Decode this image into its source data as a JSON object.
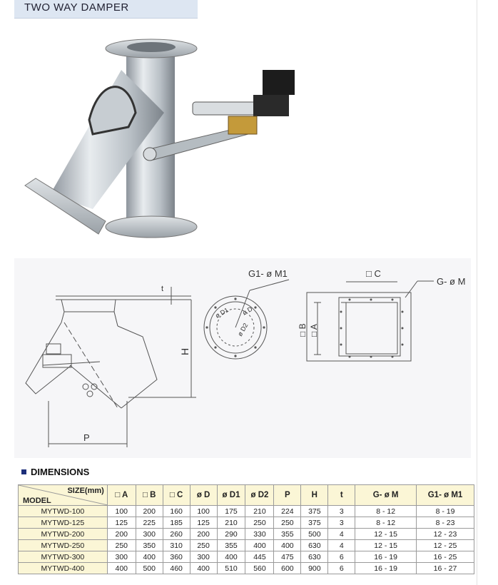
{
  "page": {
    "title": "TWO WAY DAMPER"
  },
  "drawing": {
    "g1m1": "G1- ø M1",
    "c": "□ C",
    "gm": "G- ø M",
    "t": "t",
    "h": "H",
    "p": "P",
    "b": "□ B",
    "a": "□ A",
    "d1": "ø D1",
    "d": "ø D",
    "d2": "ø D2"
  },
  "dimensions": {
    "heading": "DIMENSIONS",
    "size_label": "SIZE(mm)",
    "model_label": "MODEL",
    "columns": [
      "□ A",
      "□ B",
      "□ C",
      "ø D",
      "ø D1",
      "ø D2",
      "P",
      "H",
      "t",
      "G- ø M",
      "G1- ø M1"
    ],
    "rows": [
      [
        "MYTWD-100",
        "100",
        "200",
        "160",
        "100",
        "175",
        "210",
        "224",
        "375",
        "3",
        "8 - 12",
        "8 - 19"
      ],
      [
        "MYTWD-125",
        "125",
        "225",
        "185",
        "125",
        "210",
        "250",
        "250",
        "375",
        "3",
        "8 - 12",
        "8 - 23"
      ],
      [
        "MYTWD-200",
        "200",
        "300",
        "260",
        "200",
        "290",
        "330",
        "355",
        "500",
        "4",
        "12 - 15",
        "12 - 23"
      ],
      [
        "MYTWD-250",
        "250",
        "350",
        "310",
        "250",
        "355",
        "400",
        "400",
        "630",
        "4",
        "12 - 15",
        "12 - 25"
      ],
      [
        "MYTWD-300",
        "300",
        "400",
        "360",
        "300",
        "400",
        "445",
        "475",
        "630",
        "6",
        "16 - 19",
        "16 - 25"
      ],
      [
        "MYTWD-400",
        "400",
        "500",
        "460",
        "400",
        "510",
        "560",
        "600",
        "900",
        "6",
        "16 - 19",
        "16 - 27"
      ]
    ]
  }
}
